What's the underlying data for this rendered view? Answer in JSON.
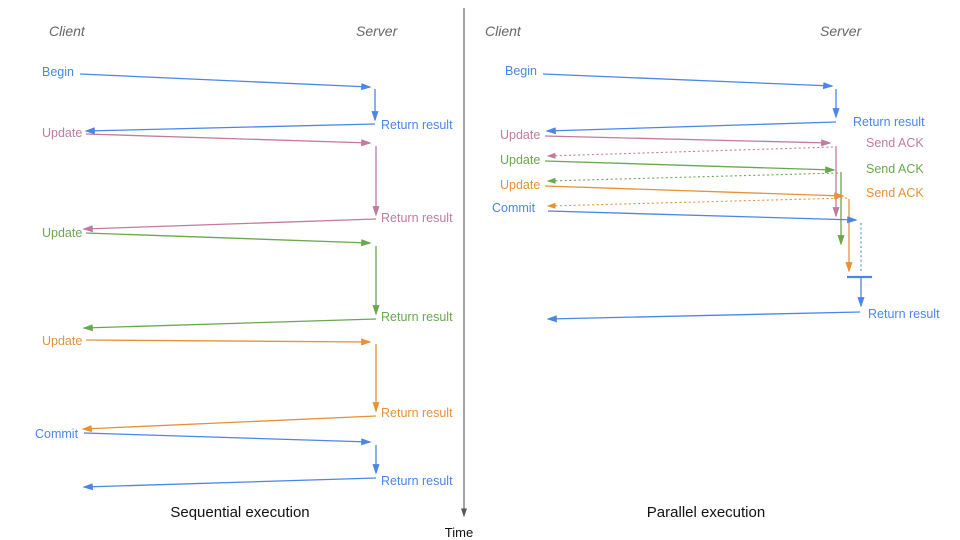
{
  "colors": {
    "blue": "#4a86e8",
    "pink": "#c27ba0",
    "green": "#6aa84f",
    "orange": "#e69138",
    "actor_gray": "#666666",
    "time_axis_gray": "#595959"
  },
  "time_axis": {
    "label": "Time"
  },
  "left": {
    "client_label": "Client",
    "server_label": "Server",
    "caption": "Sequential execution",
    "ops": [
      {
        "label": "Begin",
        "result_label": "Return result",
        "color": "blue"
      },
      {
        "label": "Update",
        "result_label": "Return result",
        "color": "pink"
      },
      {
        "label": "Update",
        "result_label": "Return result",
        "color": "green"
      },
      {
        "label": "Update",
        "result_label": "Return result",
        "color": "orange"
      },
      {
        "label": "Commit",
        "result_label": "Return result",
        "color": "blue"
      }
    ]
  },
  "right": {
    "client_label": "Client",
    "server_label": "Server",
    "caption": "Parallel execution",
    "begin": {
      "label": "Begin",
      "result_label": "Return result",
      "color": "blue"
    },
    "updates": [
      {
        "label": "Update",
        "ack_label": "Send ACK",
        "color": "pink"
      },
      {
        "label": "Update",
        "ack_label": "Send ACK",
        "color": "green"
      },
      {
        "label": "Update",
        "ack_label": "Send ACK",
        "color": "orange"
      }
    ],
    "commit": {
      "label": "Commit",
      "result_label": "Return result",
      "color": "blue"
    }
  }
}
